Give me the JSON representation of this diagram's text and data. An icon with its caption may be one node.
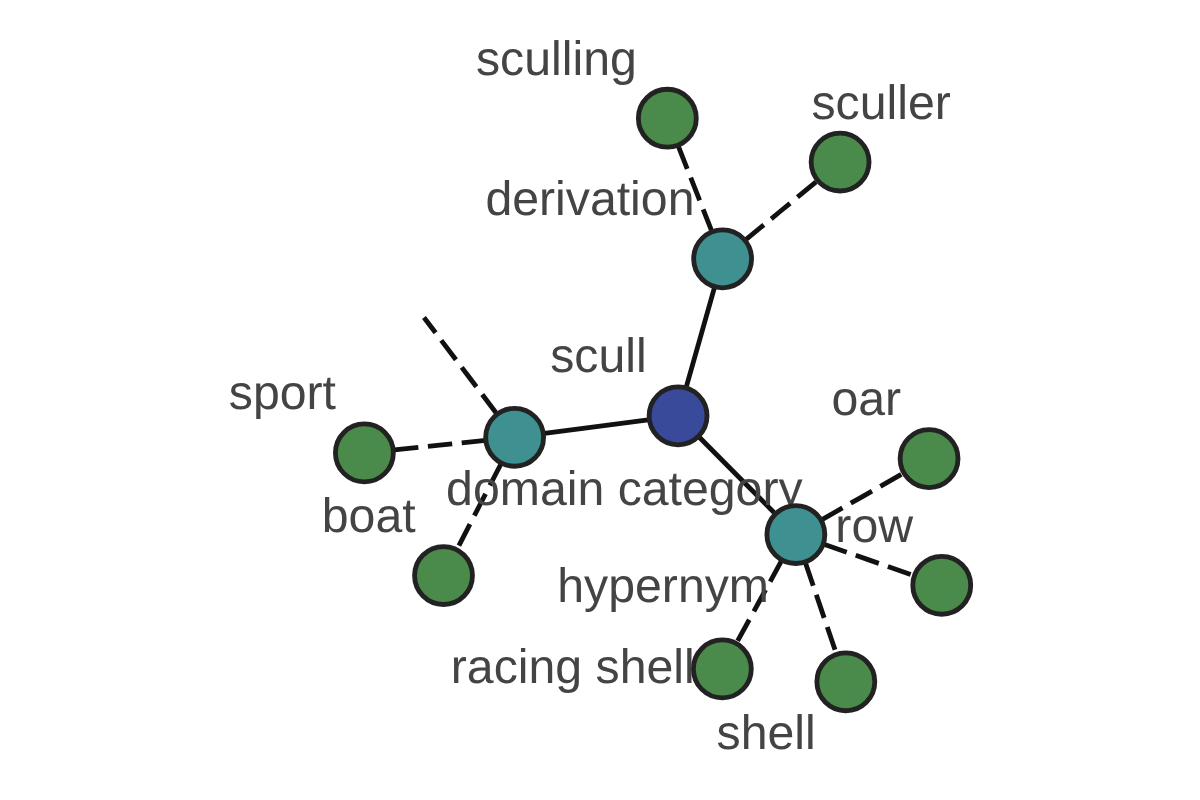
{
  "diagram": {
    "nodes": [
      {
        "text": [
          "sport"
        ]
      },
      {
        "text": [
          "boat"
        ]
      },
      {
        "text": [
          "sculling"
        ]
      },
      {
        "text": [
          "domain category"
        ]
      },
      {
        "text": [
          "derivation"
        ]
      },
      {
        "text": [
          "sculler"
        ]
      },
      {
        "text": [
          "row"
        ]
      },
      {
        "text": [
          "racing shell"
        ]
      },
      {
        "text": [
          "hypernym"
        ]
      },
      {
        "text": [
          "shell"
        ]
      },
      {
        "text": [
          "scull"
        ]
      },
      {
        "text": [
          "oar"
        ]
      }
    ],
    "edges": [
      {
        "from": 10,
        "to": 3,
        "arrow": "none"
      },
      {
        "from": 10,
        "to": 4,
        "arrow": "none"
      },
      {
        "from": 10,
        "to": 8,
        "arrow": "none"
      },
      {
        "from": 3,
        "to": 0,
        "arrow": "none",
        "style": "dashed"
      },
      {
        "from": 3,
        "to": 1,
        "arrow": "none",
        "style": "dashed"
      },
      {
        "from": 3,
        "to": null,
        "arrow": "none",
        "style": "dashed"
      },
      {
        "from": 4,
        "to": 2,
        "arrow": "none",
        "style": "dashed"
      },
      {
        "from": 4,
        "to": 5,
        "arrow": "none",
        "style": "dashed"
      },
      {
        "from": 8,
        "to": 6,
        "arrow": "none",
        "style": "dashed"
      },
      {
        "from": 8,
        "to": 7,
        "arrow": "none",
        "style": "dashed"
      },
      {
        "from": 8,
        "to": 9,
        "arrow": "none",
        "style": "dashed"
      },
      {
        "from": 8,
        "to": 11,
        "arrow": "none",
        "style": "dashed"
      }
    ]
  }
}
